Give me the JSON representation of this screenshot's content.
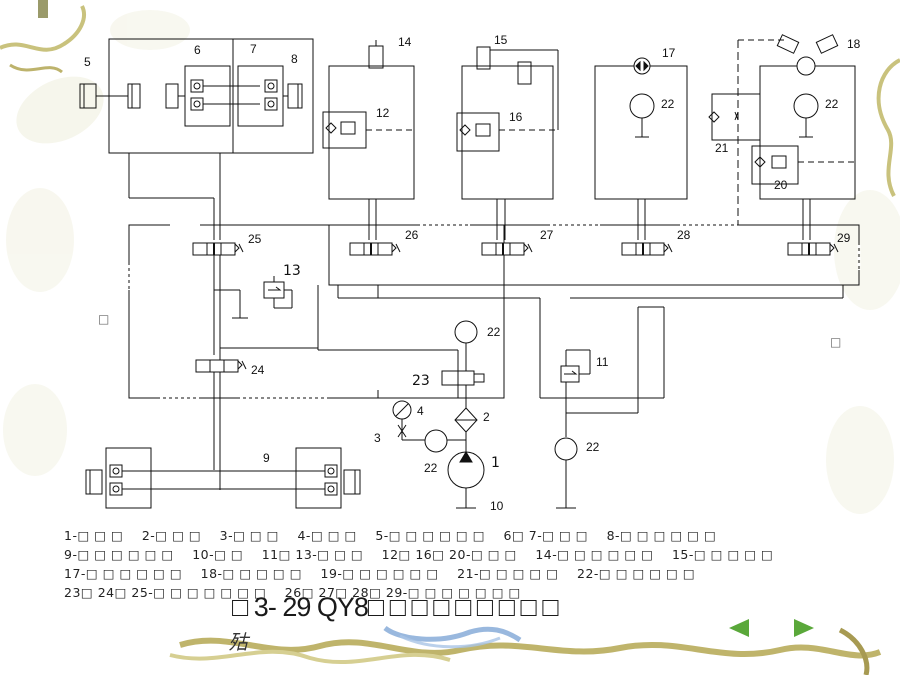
{
  "diagram_labels": {
    "n1": "1",
    "n2": "2",
    "n3": "3",
    "n4": "4",
    "n5": "5",
    "n6": "6",
    "n7": "7",
    "n8": "8",
    "n9": "9",
    "n10": "10",
    "n11": "11",
    "n12": "12",
    "n13": "13",
    "n14": "14",
    "n15": "15",
    "n16": "16",
    "n17": "17",
    "n18": "18",
    "n20": "20",
    "n21": "21",
    "n22": "22",
    "n23": "23",
    "n24": "24",
    "n25": "25",
    "n26": "26",
    "n27": "27",
    "n28": "28",
    "n29": "29"
  },
  "side_marks": {
    "left": "□",
    "right": "□"
  },
  "legend": [
    "1-□ □ □",
    "2-□ □ □",
    "3-□ □ □",
    "4-□ □ □",
    "5-□ □ □ □ □ □",
    "6□ 7-□ □ □",
    "8-□ □ □ □ □ □",
    "9-□ □ □ □ □ □",
    "10-□ □",
    "11□ 13-□ □ □",
    "12□ 16□ 20-□ □ □",
    "14-□ □ □ □ □ □",
    "15-□ □ □ □ □",
    "17-□ □ □ □ □ □",
    "18-□ □ □ □ □",
    "19-□ □ □ □ □ □",
    "21-□ □ □ □ □",
    "22-□ □ □ □ □ □",
    "23□ 24□ 25-□ □ □ □ □ □ □",
    "26□ 27□ 28□ 29-□ □ □ □ □ □ □"
  ],
  "caption": "□ 3- 29     QY8□ □ □ □ □ □ □ □ □",
  "footer_partial": "㱠",
  "nav": {
    "prev": "previous-slide",
    "next": "next-slide"
  },
  "colors": {
    "line": "#111111",
    "nav_green": "#5aa83a",
    "vine": "#d9d49a",
    "vine_dark": "#a79a52",
    "swirl_blue": "#7fa6d6"
  }
}
